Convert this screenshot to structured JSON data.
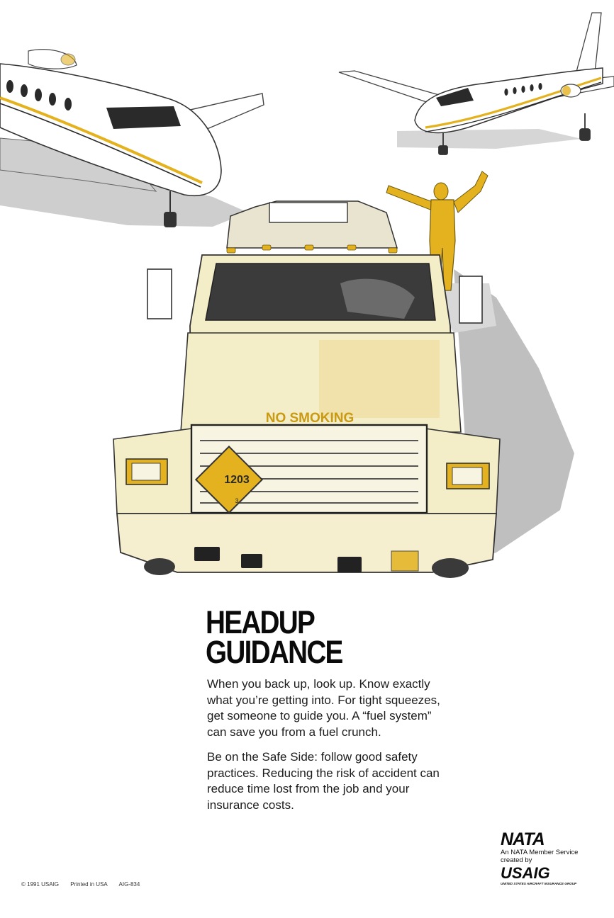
{
  "illustration": {
    "no_smoking_label": "NO SMOKING",
    "placard_number": "1203",
    "placard_class": "3",
    "colors": {
      "accent_yellow": "#e4b21f",
      "cream": "#f3edc8",
      "shadow_gray": "#9c9c9c",
      "ink": "#2a2a2a"
    }
  },
  "headline": {
    "line1": "HEADUP",
    "line2": "GUIDANCE"
  },
  "body": {
    "paragraph1": "When you back up, look up. Know exactly what you’re getting into. For tight squeezes, get someone to guide you. A “fuel system” can save you from a fuel crunch.",
    "paragraph2": "Be on the Safe Side: follow good safety practices. Reducing the risk of accident can reduce time lost from the job and your insurance costs."
  },
  "footer": {
    "copyright": "© 1991 USAIG",
    "printed": "Printed in USA",
    "code": "AIG-834"
  },
  "logos": {
    "nata": "NATA",
    "member_line1": "An NATA Member Service",
    "member_line2": "created by",
    "usaig": "USAIG",
    "usaig_subtitle": "UNITED STATES AIRCRAFT INSURANCE GROUP"
  }
}
